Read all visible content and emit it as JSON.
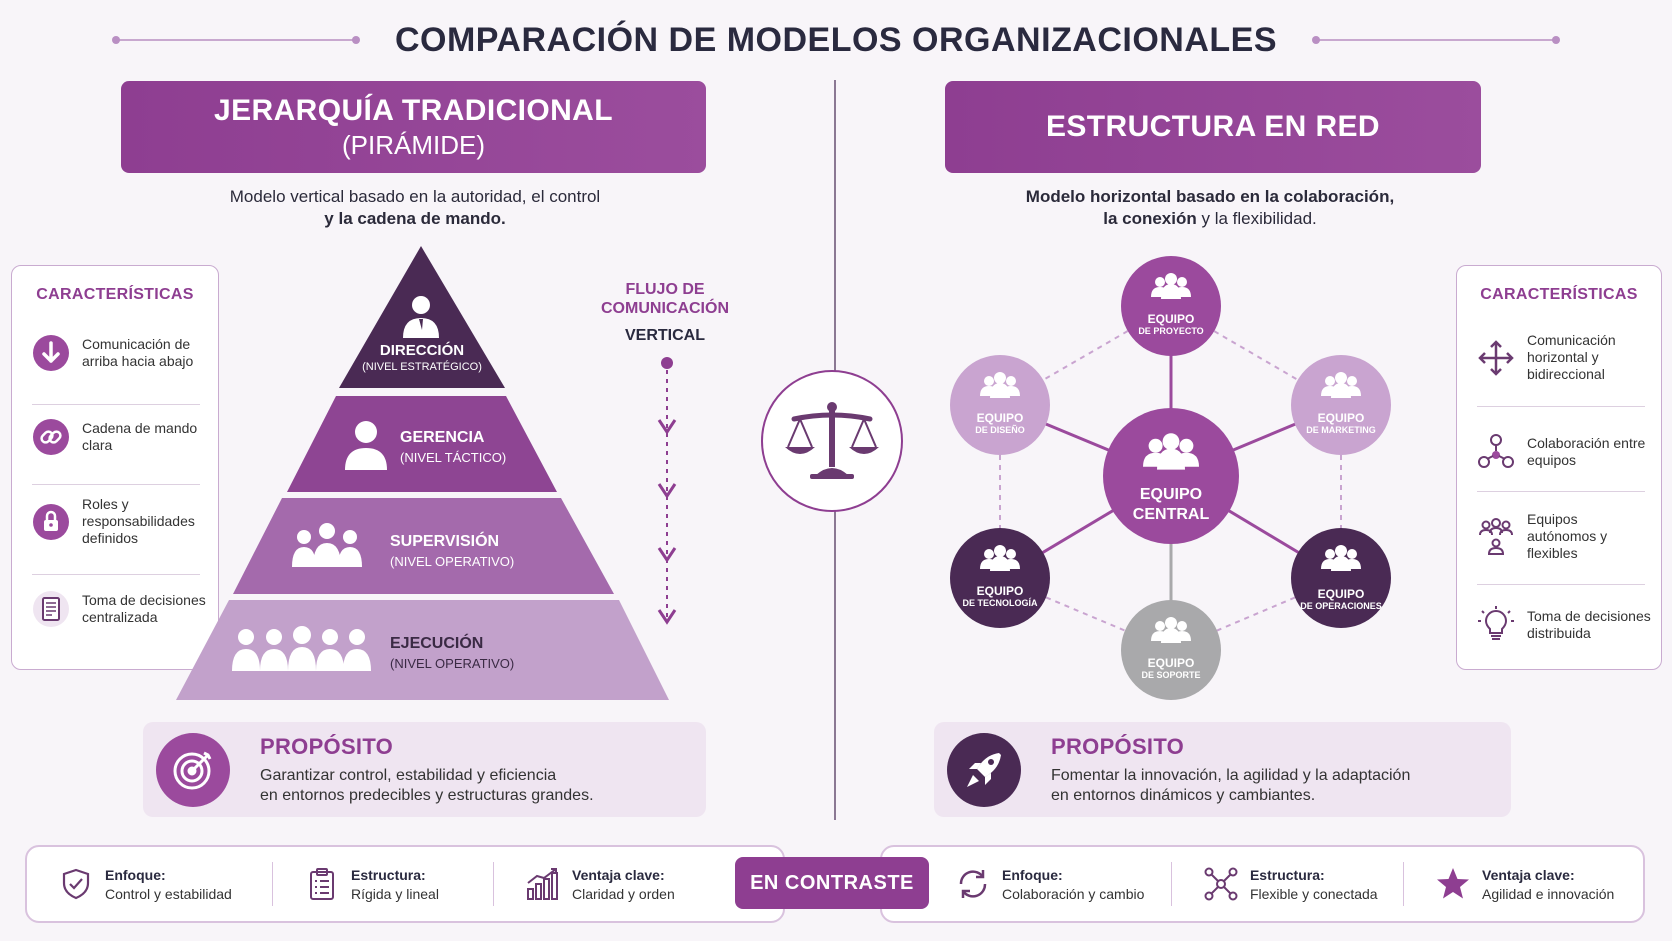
{
  "title": "COMPARACIÓN DE MODELOS ORGANIZACIONALES",
  "left": {
    "header_main": "JERARQUÍA TRADICIONAL",
    "header_sub": "(PIRÁMIDE)",
    "desc_line1": "Modelo vertical basado en la autoridad, el control",
    "desc_line2": "y la cadena de mando.",
    "characteristics_title": "CARACTERÍSTICAS",
    "characteristics": [
      {
        "text": "Comunicación de arriba hacia abajo",
        "icon": "arrow-down-icon"
      },
      {
        "text": "Cadena de mando clara",
        "icon": "chain-link-icon"
      },
      {
        "text": "Roles y responsabilidades definidos",
        "icon": "lock-icon"
      },
      {
        "text": "Toma de decisiones centralizada",
        "icon": "document-icon"
      }
    ],
    "flow_label_1": "FLUJO DE",
    "flow_label_2": "COMUNICACIÓN",
    "flow_direction": "VERTICAL",
    "pyramid": [
      {
        "name": "DIRECCIÓN",
        "level": "(NIVEL ESTRATÉGICO)",
        "color": "#4a2a54"
      },
      {
        "name": "GERENCIA",
        "level": "(NIVEL TÁCTICO)",
        "color": "#8e4593"
      },
      {
        "name": "SUPERVISIÓN",
        "level": "(NIVEL OPERATIVO)",
        "color": "#a46aac"
      },
      {
        "name": "EJECUCIÓN",
        "level": "(NIVEL OPERATIVO)",
        "color": "#c2a1cb"
      }
    ],
    "purpose_title": "PROPÓSITO",
    "purpose_line1": "Garantizar control, estabilidad y eficiencia",
    "purpose_line2": "en entornos predecibles y estructuras grandes."
  },
  "right": {
    "header_main": "ESTRUCTURA EN RED",
    "desc_line1": "Modelo horizontal basado en la colaboración,",
    "desc_line2a": "la conexión",
    "desc_line2b": " y la flexibilidad.",
    "characteristics_title": "CARACTERÍSTICAS",
    "characteristics": [
      {
        "text": "Comunicación horizontal y bidireccional",
        "icon": "move-arrows-icon"
      },
      {
        "text": "Colaboración entre equipos",
        "icon": "network-icon"
      },
      {
        "text": "Equipos autónomos y flexibles",
        "icon": "team-icon"
      },
      {
        "text": "Toma de decisiones distribuida",
        "icon": "lightbulb-icon"
      }
    ],
    "nodes": {
      "center": {
        "l1": "EQUIPO",
        "l2": "CENTRAL",
        "color": "#9b4a9d"
      },
      "top": {
        "l1": "EQUIPO",
        "l2": "DE PROYECTO",
        "color": "#9b4a9d"
      },
      "upper_left": {
        "l1": "EQUIPO",
        "l2": "DE DISEÑO",
        "color": "#c9a4d0"
      },
      "upper_right": {
        "l1": "EQUIPO",
        "l2": "DE MARKETING",
        "color": "#c9a4d0"
      },
      "lower_left": {
        "l1": "EQUIPO",
        "l2": "DE TECNOLOGÍA",
        "color": "#4a2a54"
      },
      "lower_right": {
        "l1": "EQUIPO",
        "l2": "DE OPERACIONES",
        "color": "#4a2a54"
      },
      "bottom": {
        "l1": "EQUIPO",
        "l2": "DE SOPORTE",
        "color": "#a9a9ab"
      }
    },
    "purpose_title": "PROPÓSITO",
    "purpose_line1": "Fomentar la innovación, la agilidad y la adaptación",
    "purpose_line2": "en entornos dinámicos y cambiantes."
  },
  "bottom": {
    "contrast_label": "EN CONTRASTE",
    "left_items": [
      {
        "t1": "Enfoque:",
        "t2": "Control y estabilidad",
        "icon": "shield-check-icon"
      },
      {
        "t1": "Estructura:",
        "t2": "Rígida y lineal",
        "icon": "clipboard-list-icon"
      },
      {
        "t1": "Ventaja clave:",
        "t2": "Claridad y orden",
        "icon": "bar-chart-icon"
      }
    ],
    "right_items": [
      {
        "t1": "Enfoque:",
        "t2": "Colaboración y cambio",
        "icon": "cycle-arrows-icon"
      },
      {
        "t1": "Estructura:",
        "t2": "Flexible y conectada",
        "icon": "network-nodes-icon"
      },
      {
        "t1": "Ventaja clave:",
        "t2": "Agilidad e innovación",
        "icon": "star-icon"
      }
    ]
  },
  "colors": {
    "accent": "#8e3e91",
    "dark": "#4a2a54",
    "light": "#c9a4d0",
    "grey": "#a9a9ab"
  }
}
